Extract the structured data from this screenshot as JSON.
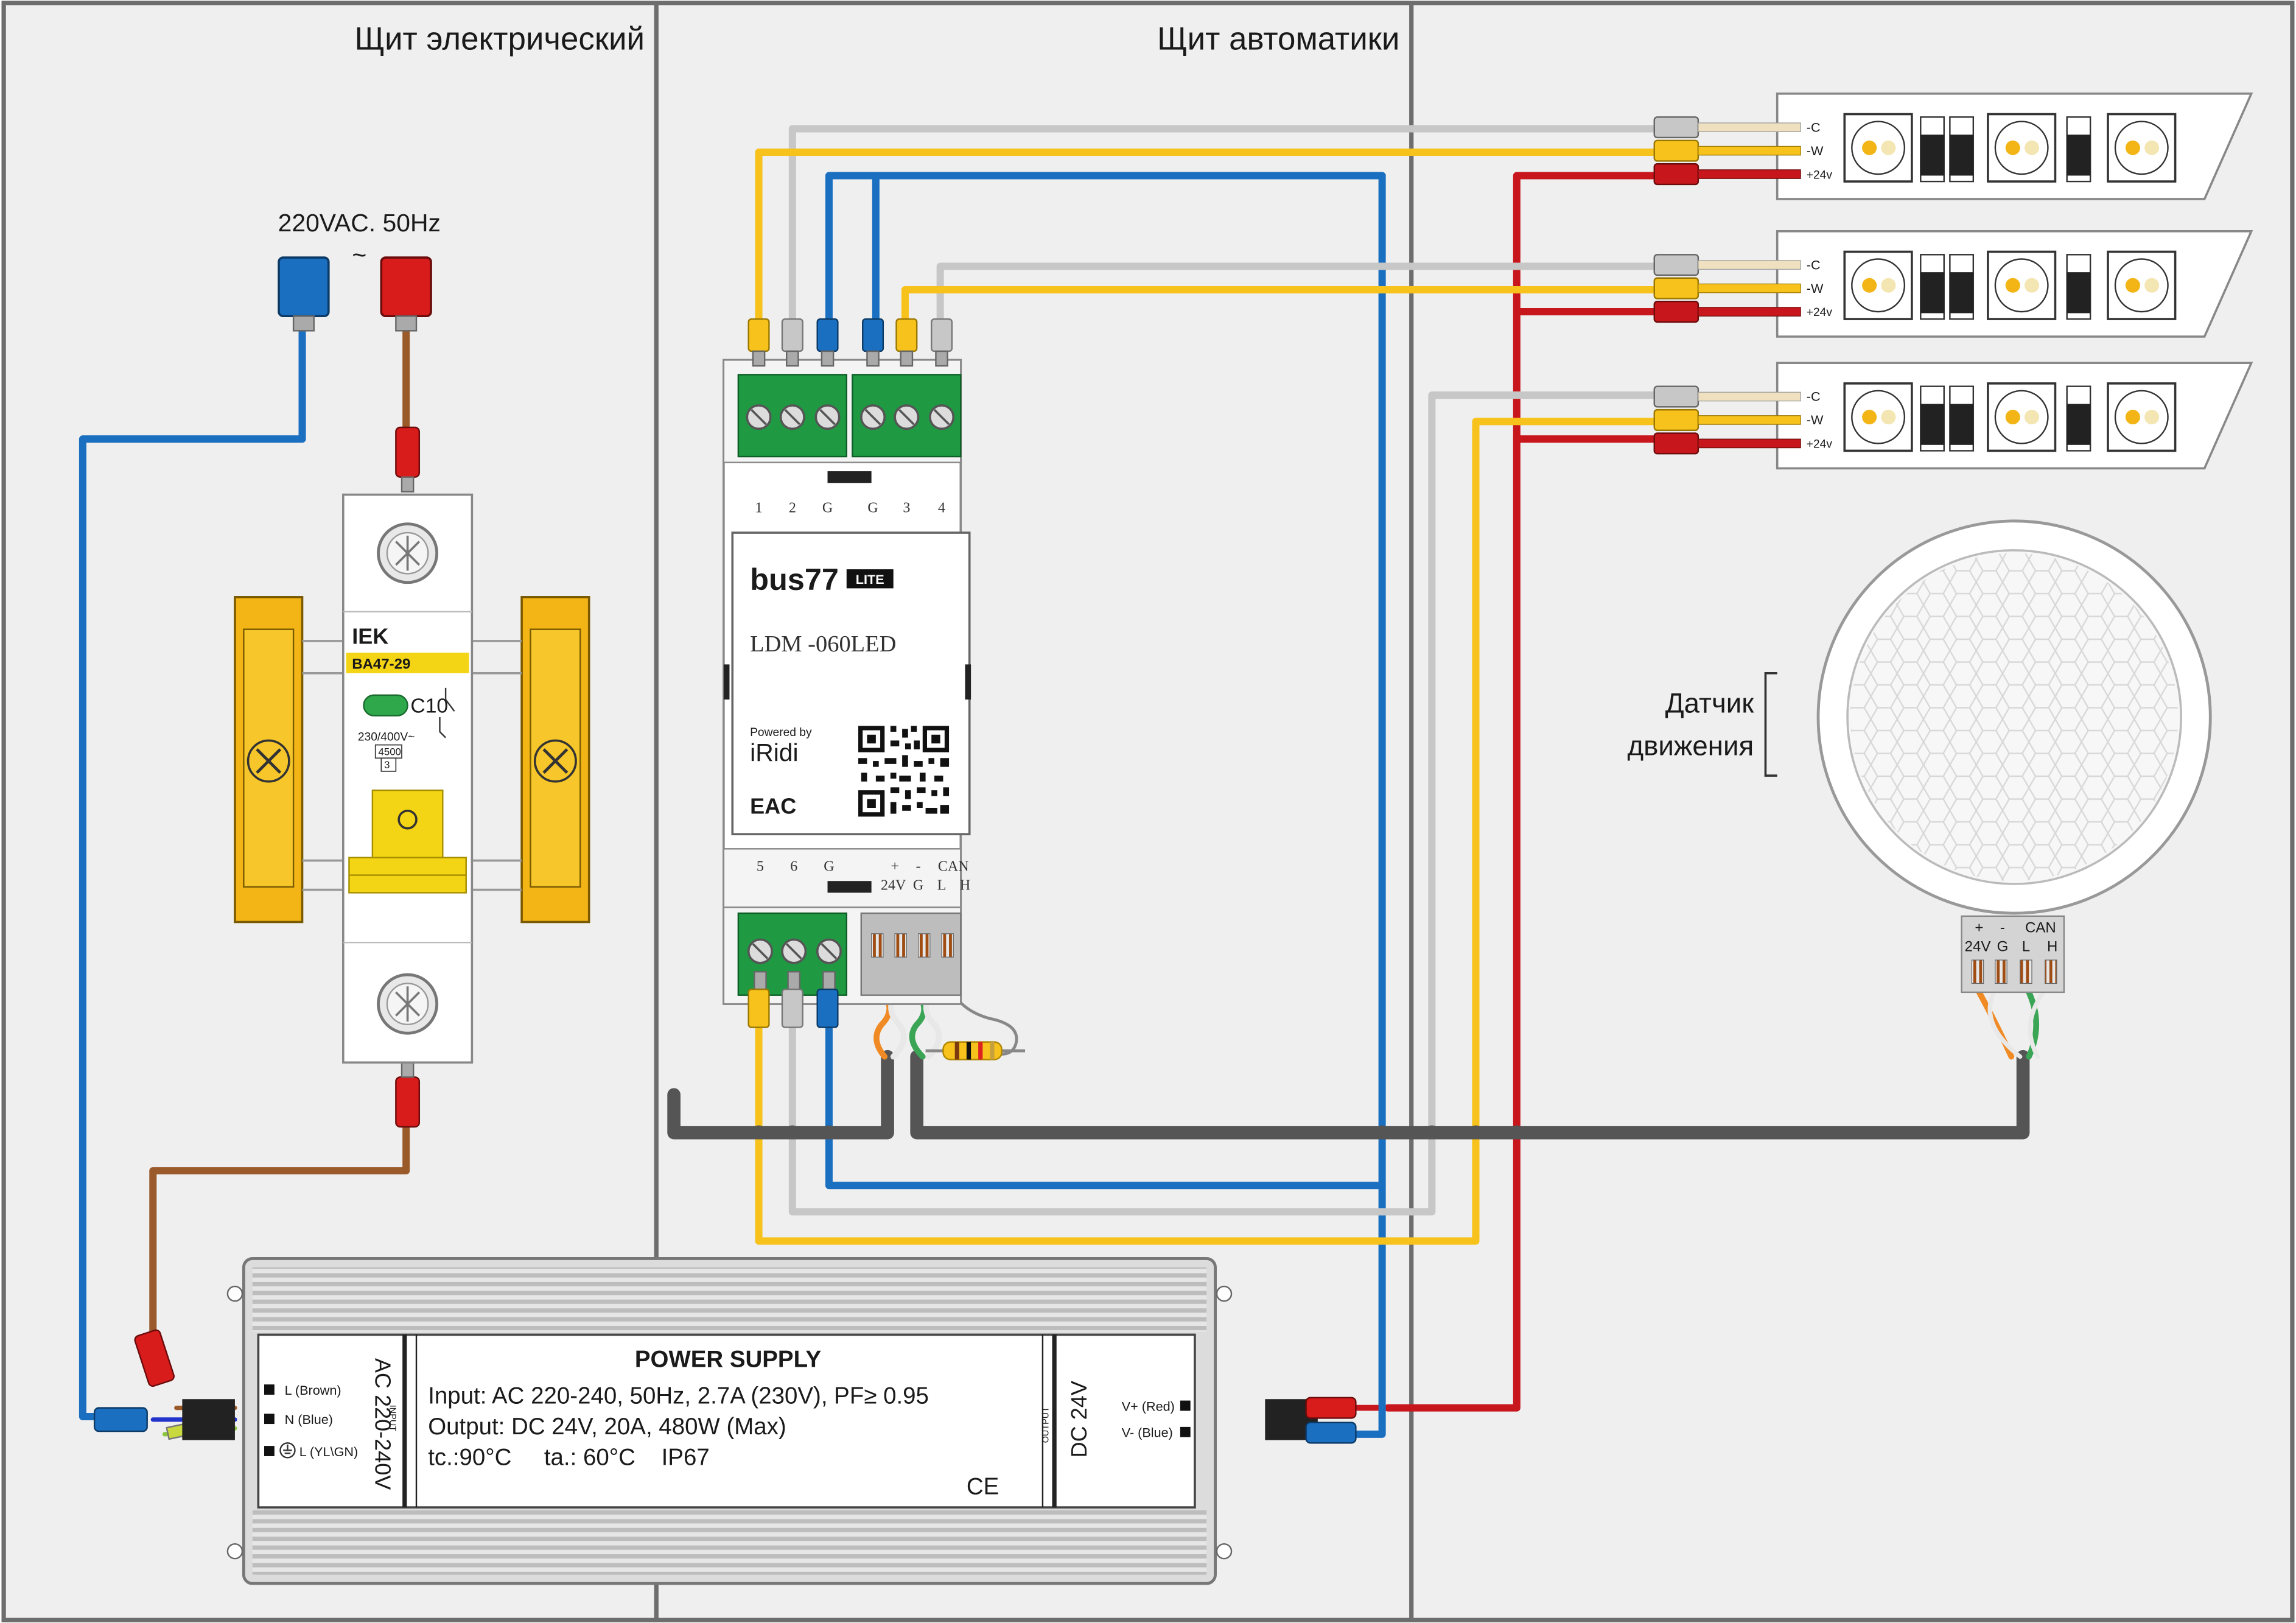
{
  "panels": {
    "electrical": "Щит электрический",
    "automation": "Щит автоматики"
  },
  "mains": {
    "label": "220VAC. 50Hz",
    "symbol": "~"
  },
  "breaker": {
    "brand": "IEK",
    "model": "BA47-29",
    "rating": "C10",
    "voltage": "230/400V~",
    "breaking_capacity": "4500",
    "class": "3"
  },
  "controller": {
    "brand": "bus77",
    "brand_badge": "LITE",
    "model": "LDM -060LED",
    "powered_by": "Powered by",
    "powered_brand": "iRidi",
    "cert": "EAC",
    "top_terminals": [
      "1",
      "2",
      "G",
      "G",
      "3",
      "4"
    ],
    "bottom_terminals": [
      "5",
      "6",
      "G"
    ],
    "can_labels": {
      "plus": "+",
      "minus": "-",
      "can": "CAN",
      "v24": "24V",
      "g": "G",
      "l": "L",
      "h": "H"
    }
  },
  "led_strip": {
    "pin_c": "-C",
    "pin_w": "-W",
    "pin_v": "+24v"
  },
  "sensor": {
    "label_line1": "Датчик",
    "label_line2": "движения",
    "pins": {
      "plus": "+",
      "minus": "-",
      "can": "CAN",
      "v24": "24V",
      "g": "G",
      "l": "L",
      "h": "H"
    }
  },
  "power_supply": {
    "title": "POWER SUPPLY",
    "input_line": "Input: AC 220-240, 50Hz, 2.7A (230V), PF≥ 0.95",
    "output_line": "Output: DC 24V, 20A, 480W (Max)",
    "temp_line": "tc.:90°C     ta.: 60°C    IP67",
    "ce": "CE",
    "ac_label": "AC 220-240V",
    "input_tag": "INPUT",
    "dc_label": "DC 24V",
    "output_tag": "OUTPUT",
    "pin_l": "L (Brown)",
    "pin_n": "N (Blue)",
    "pin_pe": "L (YL\\GN)",
    "pin_vplus": "V+ (Red)",
    "pin_vminus": "V-  (Blue)"
  },
  "colors": {
    "blue": "#1a6fc0",
    "brown": "#9a5a2a",
    "red": "#c8161d",
    "yellow": "#f6c21b",
    "gray": "#c7c7c7",
    "cable": "#555555",
    "terminal_green": "#1f9a43",
    "breaker_yellow": "#f4d515",
    "clip_orange": "#f2b515"
  }
}
